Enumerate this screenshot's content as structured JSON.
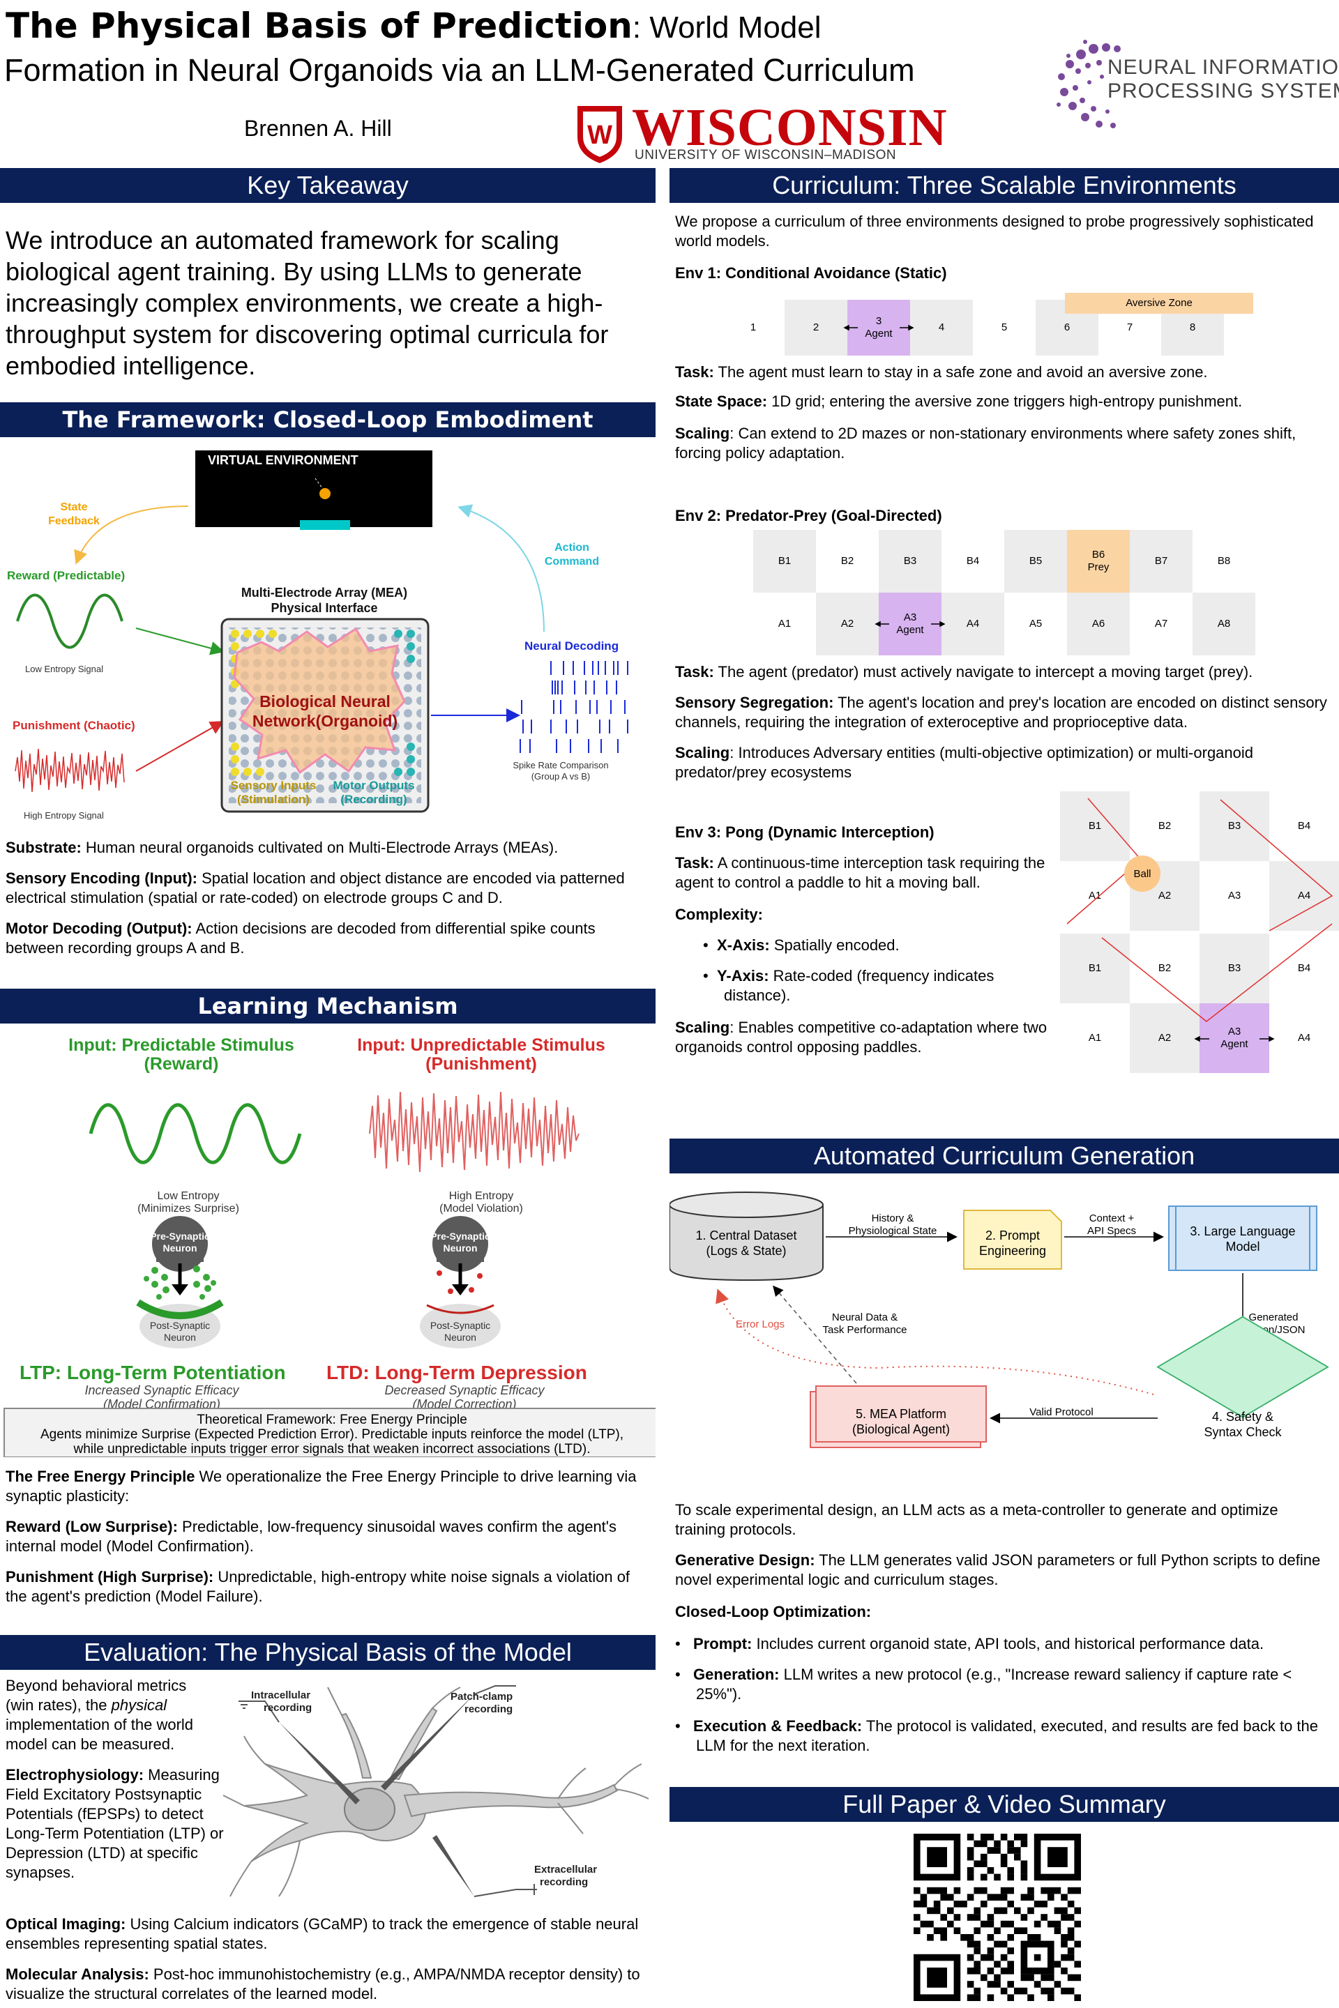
{
  "header": {
    "title_bold": "The Physical Basis of Prediction",
    "title_rest": ": World Model",
    "title_line2": "Formation in Neural Organoids via an LLM-Generated Curriculum",
    "author": "Brennen A. Hill",
    "uw_word": "WISCONSIN",
    "uw_sub": "UNIVERSITY OF WISCONSIN–MADISON",
    "neurips_line1": "NEURAL INFORMATION",
    "neurips_line2": "PROCESSING SYSTEMS"
  },
  "key_takeaway": {
    "heading": "Key Takeaway",
    "text": "We introduce an automated framework for scaling biological agent training. By using LLMs to generate increasingly complex environments, we create a high-throughput system for discovering optimal curricula for embodied intelligence."
  },
  "framework": {
    "heading": "The Framework: Closed-Loop Embodiment",
    "virtual_env": "VIRTUAL ENVIRONMENT",
    "state_feedback_1": "State",
    "state_feedback_2": "Feedback",
    "action_command_1": "Action",
    "action_command_2": "Command",
    "reward_label": "Reward (Predictable)",
    "low_entropy": "Low Entropy Signal",
    "punishment_label": "Punishment (Chaotic)",
    "high_entropy": "High Entropy Signal",
    "mea_title_1": "Multi-Electrode Array (MEA)",
    "mea_title_2": "Physical Interface",
    "bnn_1": "Biological Neural",
    "bnn_2": "Network(Organoid)",
    "sensory_inputs_1": "Sensory Inputs",
    "sensory_inputs_2": "(Stimulation)",
    "motor_outputs_1": "Motor Outputs",
    "motor_outputs_2": "(Recording)",
    "neural_decoding": "Neural Decoding",
    "spike_caption_1": "Spike Rate Comparison",
    "spike_caption_2": "(Group A vs B)",
    "p1_bold": "Substrate:",
    "p1": " Human neural organoids cultivated on Multi-Electrode Arrays (MEAs).",
    "p2_bold": "Sensory Encoding (Input):",
    "p2": " Spatial location and object distance are encoded via patterned electrical stimulation (spatial or rate-coded) on electrode groups C and D.",
    "p3_bold": "Motor Decoding (Output):",
    "p3": " Action decisions are decoded from differential spike counts between recording groups A and B."
  },
  "learning": {
    "heading": "Learning Mechanism",
    "in_pred_1": "Input: Predictable Stimulus",
    "in_pred_2": "(Reward)",
    "in_unpred_1": "Input: Unpredictable Stimulus",
    "in_unpred_2": "(Punishment)",
    "low_ent_1": "Low Entropy",
    "low_ent_2": "(Minimizes Surprise)",
    "high_ent_1": "High Entropy",
    "high_ent_2": "(Model Violation)",
    "pre_1": "Pre-Synaptic",
    "pre_2": "Neuron",
    "post_1": "Post-Synaptic",
    "post_2": "Neuron",
    "ltp": "LTP: Long-Term Potentiation",
    "ltd": "LTD: Long-Term Depression",
    "ltp_sub_1": "Increased Synaptic Efficacy",
    "ltp_sub_2": "(Model Confirmation)",
    "ltd_sub_1": "Decreased Synaptic Efficacy",
    "ltd_sub_2": "(Model Correction)",
    "box_1": "Theoretical Framework: Free Energy Principle",
    "box_2": "Agents minimize Surprise (Expected Prediction Error). Predictable inputs reinforce the model (LTP),",
    "box_3": "while unpredictable inputs trigger error signals that weaken incorrect associations (LTD).",
    "p1_bold": "The Free Energy Principle",
    "p1": " We operationalize the Free Energy Principle to drive learning via synaptic plasticity:",
    "p2_bold": "Reward (Low Surprise):",
    "p2": " Predictable, low-frequency sinusoidal waves confirm the agent's internal model (Model Confirmation).",
    "p3_bold": "Punishment (High Surprise):",
    "p3": " Unpredictable, high-entropy white noise signals a violation of the agent's prediction (Model Failure)."
  },
  "evaluation": {
    "heading": "Evaluation: The Physical Basis of the Model",
    "intro_1": "Beyond behavioral metrics (win rates), the ",
    "intro_em": "physical",
    "intro_2": " implementation of the world model can be measured.",
    "ephys_bold": "Electrophysiology:",
    "ephys": " Measuring Field Excitatory Postsynaptic Potentials (fEPSPs) to detect Long-Term Potentiation (LTP) or Depression (LTD) at specific synapses.",
    "intracellular_1": "Intracellular",
    "intracellular_2": "recording",
    "patch_1": "Patch-clamp",
    "patch_2": "recording",
    "extra_1": "Extracellular",
    "extra_2": "recording",
    "optical_bold": "Optical Imaging:",
    "optical": " Using Calcium indicators (GCaMP) to track the emergence of stable neural ensembles representing spatial states.",
    "molecular_bold": "Molecular Analysis:",
    "molecular": " Post-hoc immunohistochemistry (e.g., AMPA/NMDA receptor density) to visualize the structural correlates of the learned model."
  },
  "curriculum": {
    "heading": "Curriculum: Three Scalable Environments",
    "intro": "We propose a curriculum of three environments designed to probe progressively sophisticated world models.",
    "env1_title": "Env 1: Conditional Avoidance (Static)",
    "env1_cells": [
      "1",
      "2",
      "3",
      "4",
      "5",
      "6",
      "7",
      "8"
    ],
    "env1_agent": "Agent",
    "env1_aversive": "Aversive Zone",
    "env1_task_b": "Task:",
    "env1_task": " The agent must learn to stay in a safe zone and avoid an aversive zone.",
    "env1_state_b": "State Space:",
    "env1_state": " 1D grid; entering the aversive zone triggers high-entropy punishment.",
    "env1_scale_b": "Scaling",
    "env1_scale": ": Can extend to 2D mazes or non-stationary environments where safety zones shift, forcing policy adaptation.",
    "env2_title": "Env 2: Predator-Prey (Goal-Directed)",
    "env2_row_b": [
      "B1",
      "B2",
      "B3",
      "B4",
      "B5",
      "B6",
      "B7",
      "B8"
    ],
    "env2_row_a": [
      "A1",
      "A2",
      "A3",
      "A4",
      "A5",
      "A6",
      "A7",
      "A8"
    ],
    "env2_prey": "Prey",
    "env2_agent": "Agent",
    "env2_task_b": "Task:",
    "env2_task": " The agent (predator) must actively navigate to intercept a moving target (prey).",
    "env2_sens_b": "Sensory Segregation:",
    "env2_sens": " The agent's location and prey's location are encoded on distinct sensory channels, requiring the integration of exteroceptive and proprioceptive data.",
    "env2_scale_b": "Scaling",
    "env2_scale": ": Introduces Adversary entities (multi-objective optimization) or multi-organoid predator/prey ecosystems",
    "env3_title": "Env 3: Pong (Dynamic Interception)",
    "env3_task_b": "Task:",
    "env3_task": " A continuous-time interception task requiring the agent to control a paddle to hit a moving ball.",
    "env3_complex_b": "Complexity:",
    "env3_x_b": "X-Axis:",
    "env3_x": " Spatially encoded.",
    "env3_y_b": "Y-Axis:",
    "env3_y": " Rate-coded (frequency indicates distance).",
    "env3_scale_b": "Scaling",
    "env3_scale": ": Enables competitive co-adaptation where two organoids control opposing paddles.",
    "env3_b": [
      "B1",
      "B2",
      "B3",
      "B4"
    ],
    "env3_a": [
      "A1",
      "A2",
      "A3",
      "A4"
    ],
    "env3_ball": "Ball",
    "env3_agent": "Agent"
  },
  "automated": {
    "heading": "Automated Curriculum Generation",
    "node1_1": "1. Central Dataset",
    "node1_2": "(Logs & State)",
    "node2_1": "2. Prompt",
    "node2_2": "Engineering",
    "node3_1": "3. Large Language",
    "node3_2": "Model",
    "node4_1": "4. Safety &",
    "node4_2": "Syntax Check",
    "node5_1": "5. MEA Platform",
    "node5_2": "(Biological Agent)",
    "e12_1": "History &",
    "e12_2": "Physiological State",
    "e23_1": "Context +",
    "e23_2": "API Specs",
    "e34_1": "Generated",
    "e34_2": "Python/JSON",
    "e45": "Valid Protocol",
    "e51_1": "Neural Data &",
    "e51_2": "Task Performance",
    "error_logs": "Error Logs",
    "p1": "To scale experimental design, an LLM acts as a meta-controller to generate and optimize training protocols.",
    "p2_b": "Generative Design:",
    "p2": " The LLM generates valid JSON parameters or full Python scripts to define novel experimental logic and curriculum stages.",
    "p3_b": "Closed-Loop Optimization:",
    "b1_b": "Prompt:",
    "b1": " Includes current organoid state, API tools, and historical performance data.",
    "b2_b": "Generation:",
    "b2": " LLM writes a new protocol (e.g., \"Increase reward saliency if capture rate < 25%\").",
    "b3_b": "Execution & Feedback:",
    "b3": " The protocol is validated, executed, and results are fed back to the LLM for the next iteration."
  },
  "full_paper": {
    "heading": "Full Paper & Video Summary"
  },
  "colors": {
    "banner": "#0b2057",
    "uw_red": "#c5050c",
    "neurips_purple": "#7a4a9a",
    "green": "#2a9a2a",
    "red": "#d62a2a"
  }
}
